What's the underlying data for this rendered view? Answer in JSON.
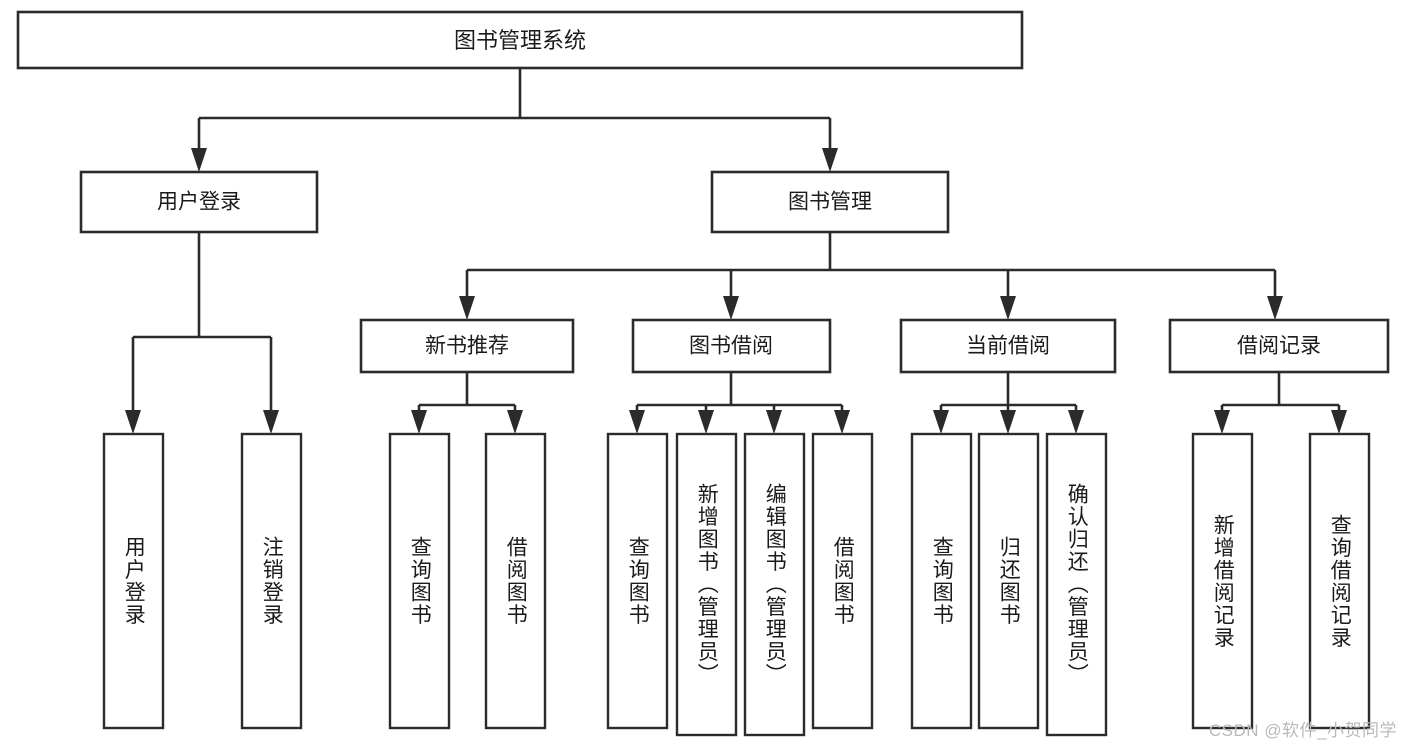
{
  "diagram": {
    "type": "tree-hierarchy",
    "title": "图书管理系统",
    "root": {
      "id": "root",
      "label": "图书管理系统"
    },
    "level2": [
      {
        "id": "user-login",
        "label": "用户登录"
      },
      {
        "id": "book-manage",
        "label": "图书管理"
      }
    ],
    "level3": [
      {
        "id": "new-book-recommend",
        "label": "新书推荐",
        "parent": "book-manage"
      },
      {
        "id": "book-borrow",
        "label": "图书借阅",
        "parent": "book-manage"
      },
      {
        "id": "current-borrow",
        "label": "当前借阅",
        "parent": "book-manage"
      },
      {
        "id": "borrow-record",
        "label": "借阅记录",
        "parent": "book-manage"
      }
    ],
    "leaves": [
      {
        "id": "leaf-user-login",
        "label": "用户登录",
        "parent": "user-login"
      },
      {
        "id": "leaf-logout-login",
        "label": "注销登录",
        "parent": "user-login"
      },
      {
        "id": "leaf-query-book-1",
        "label": "查询图书",
        "parent": "new-book-recommend"
      },
      {
        "id": "leaf-borrow-book-1",
        "label": "借阅图书",
        "parent": "new-book-recommend"
      },
      {
        "id": "leaf-query-book-2",
        "label": "查询图书",
        "parent": "book-borrow"
      },
      {
        "id": "leaf-add-book",
        "label": "新增图书（管理员）",
        "parent": "book-borrow"
      },
      {
        "id": "leaf-edit-book",
        "label": "编辑图书（管理员）",
        "parent": "book-borrow"
      },
      {
        "id": "leaf-borrow-book-2",
        "label": "借阅图书",
        "parent": "book-borrow"
      },
      {
        "id": "leaf-query-book-3",
        "label": "查询图书",
        "parent": "current-borrow"
      },
      {
        "id": "leaf-return-book",
        "label": "归还图书",
        "parent": "current-borrow"
      },
      {
        "id": "leaf-confirm-return",
        "label": "确认归还（管理员）",
        "parent": "current-borrow"
      },
      {
        "id": "leaf-add-record",
        "label": "新增借阅记录",
        "parent": "borrow-record"
      },
      {
        "id": "leaf-query-record",
        "label": "查询借阅记录",
        "parent": "borrow-record"
      }
    ],
    "colors": {
      "stroke": "#2b2b2b",
      "fill": "#ffffff",
      "text": "#1b1b1b",
      "watermark": "#b9b9b9"
    }
  },
  "watermark": {
    "text": "CSDN @软件_小贺同学"
  }
}
